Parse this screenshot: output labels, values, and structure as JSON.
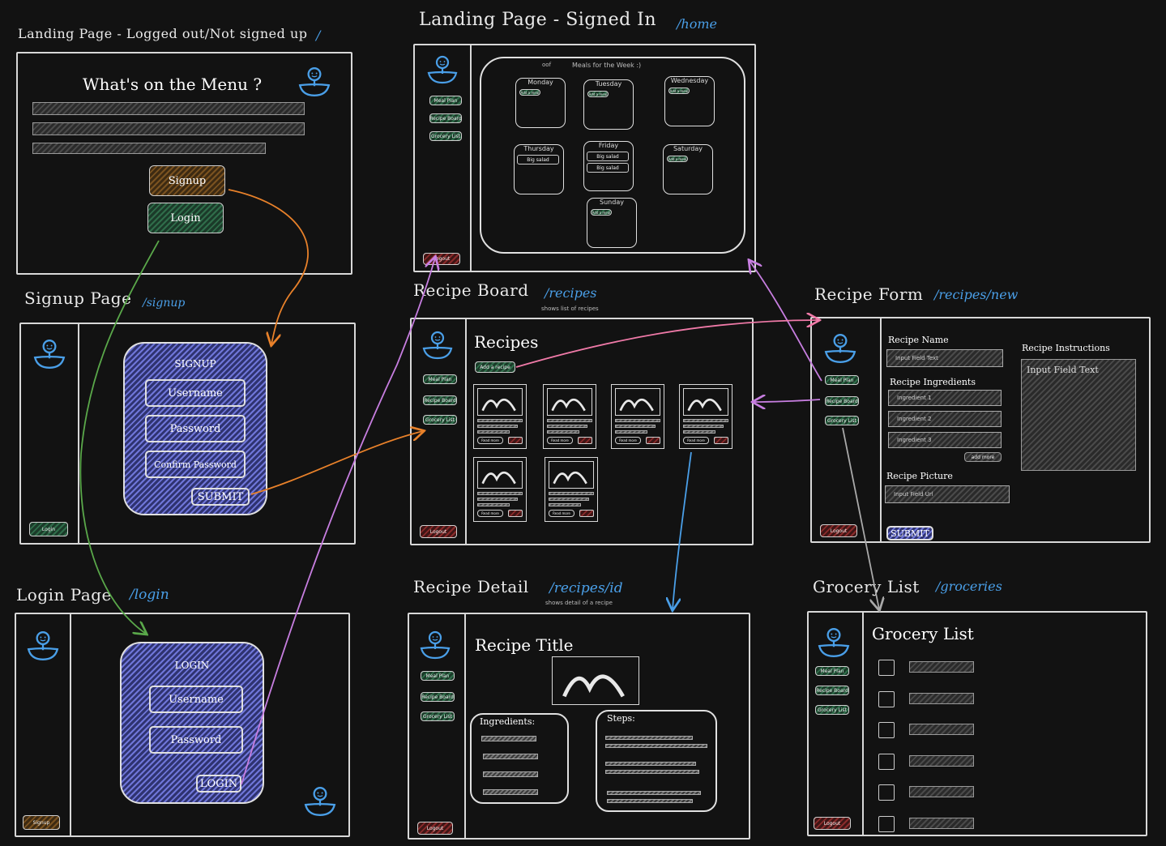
{
  "colors": {
    "background": "#121212",
    "route": "#4a9fe8",
    "blue": "#6f76d9",
    "green": "#2f6d4a",
    "brown": "#7a5220",
    "red": "#8a2b2b",
    "arrow_orange": "#e8812a",
    "arrow_green": "#5aa84a",
    "arrow_violet": "#c77ee0",
    "arrow_pink": "#f07aa8",
    "arrow_blue": "#4a9fe8",
    "arrow_gray": "#aaaaaa"
  },
  "icons": {
    "logo": "person-in-bowl-icon",
    "image": "mountain-image-icon",
    "checkbox": "checkbox-icon"
  },
  "landing_out": {
    "title": "Landing Page - Logged out/Not signed up",
    "route": "/",
    "heading": "What's on the Menu ?",
    "signup": "Signup",
    "login": "Login"
  },
  "home": {
    "title": "Landing Page - Signed In",
    "route": "/home",
    "nav": [
      "Meal Plan",
      "Recipe Board",
      "Grocery List"
    ],
    "logout": "Logout",
    "pre": "oof",
    "header": "Meals for the Week :)",
    "days": [
      {
        "name": "Monday",
        "items": [
          "Add a meal"
        ]
      },
      {
        "name": "Tuesday",
        "items": [
          "Add a meal"
        ]
      },
      {
        "name": "Wednesday",
        "items": [
          "Add a meal"
        ]
      },
      {
        "name": "Thursday",
        "items": [
          "Big salad"
        ]
      },
      {
        "name": "Friday",
        "items": [
          "Big salad",
          "Big salad"
        ]
      },
      {
        "name": "Saturday",
        "items": [
          "Add a meal"
        ]
      },
      {
        "name": "Sunday",
        "items": [
          "Add a meal"
        ]
      }
    ]
  },
  "signup": {
    "title": "Signup Page",
    "route": "/signup",
    "heading": "SIGNUP",
    "username": "Username",
    "password": "Password",
    "confirm": "Confirm Password",
    "submit": "SUBMIT",
    "side_login": "Login"
  },
  "login": {
    "title": "Login Page",
    "route": "/login",
    "heading": "LOGIN",
    "username": "Username",
    "password": "Password",
    "submit": "LOGIN",
    "side_signup": "Signup"
  },
  "board": {
    "title": "Recipe Board",
    "route": "/recipes",
    "note": "shows list of recipes",
    "heading": "Recipes",
    "add": "Add a recipe",
    "nav": [
      "Meal Plan",
      "Recipe Board",
      "Grocery List"
    ],
    "logout": "Logout",
    "read_more": "Read more"
  },
  "form": {
    "title": "Recipe Form",
    "route": "/recipes/new",
    "nav": [
      "Meal Plan",
      "Recipe Board",
      "Grocery List"
    ],
    "logout": "Logout",
    "name_label": "Recipe Name",
    "name_ph": "Input Field Text",
    "ing_label": "Recipe Ingredients",
    "ings": [
      "Ingredient 1",
      "Ingredient 2",
      "Ingredient 3"
    ],
    "add_more": "add more",
    "pic_label": "Recipe Picture",
    "pic_ph": "Input Field Url",
    "instr_label": "Recipe Instructions",
    "instr_ph": "Input Field Text",
    "submit": "SUBMIT"
  },
  "detail": {
    "title": "Recipe Detail",
    "route": "/recipes/id",
    "note": "shows detail of a recipe",
    "heading": "Recipe Title",
    "ing": "Ingredients:",
    "steps": "Steps:",
    "nav": [
      "Meal Plan",
      "Recipe Board",
      "Grocery List"
    ],
    "logout": "Logout"
  },
  "grocery": {
    "title": "Grocery List",
    "route": "/groceries",
    "heading": "Grocery List",
    "nav": [
      "Meal Plan",
      "Recipe Board",
      "Grocery List"
    ],
    "logout": "Logout"
  }
}
